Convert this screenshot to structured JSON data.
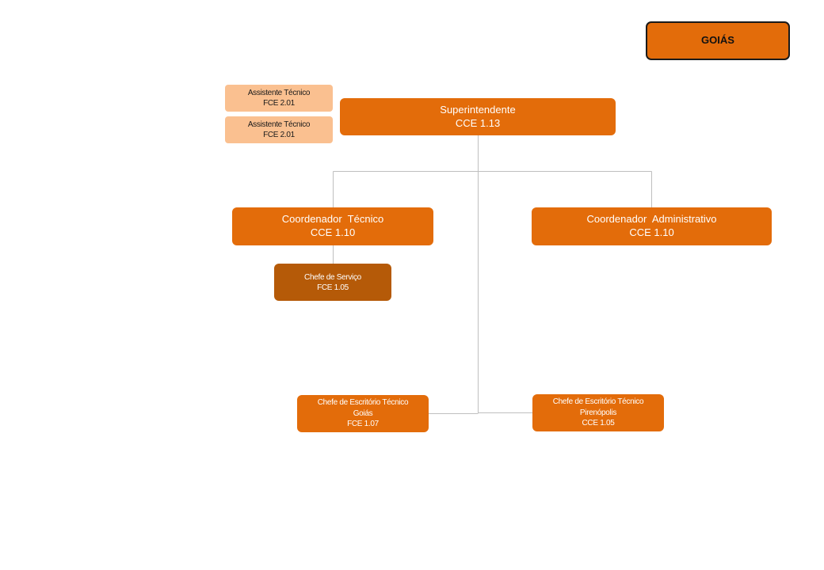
{
  "region_badge": {
    "label": "GOIÁS"
  },
  "assistants": [
    {
      "title": "Assistente Técnico",
      "code": "FCE 2.01"
    },
    {
      "title": "Assistente Técnico",
      "code": "FCE 2.01"
    }
  ],
  "superintendent": {
    "title": "Superintendente",
    "code": "CCE 1.13"
  },
  "coordinators": [
    {
      "title": "Coordenador  Técnico",
      "code": "CCE 1.10"
    },
    {
      "title": "Coordenador  Administrativo",
      "code": "CCE 1.10"
    }
  ],
  "service_chief": {
    "title": "Chefe de Serviço",
    "code": "FCE 1.05"
  },
  "offices": [
    {
      "title": "Chefe de Escritório Técnico",
      "location": "Goiás",
      "code": "FCE 1.07"
    },
    {
      "title": "Chefe de Escritório Técnico",
      "location": "Pirenópolis",
      "code": "CCE 1.05"
    }
  ],
  "colors": {
    "primary_orange": "#e36c0a",
    "light_orange": "#fac090",
    "dark_orange": "#b55a08",
    "connector_gray": "#bfbfbf"
  }
}
